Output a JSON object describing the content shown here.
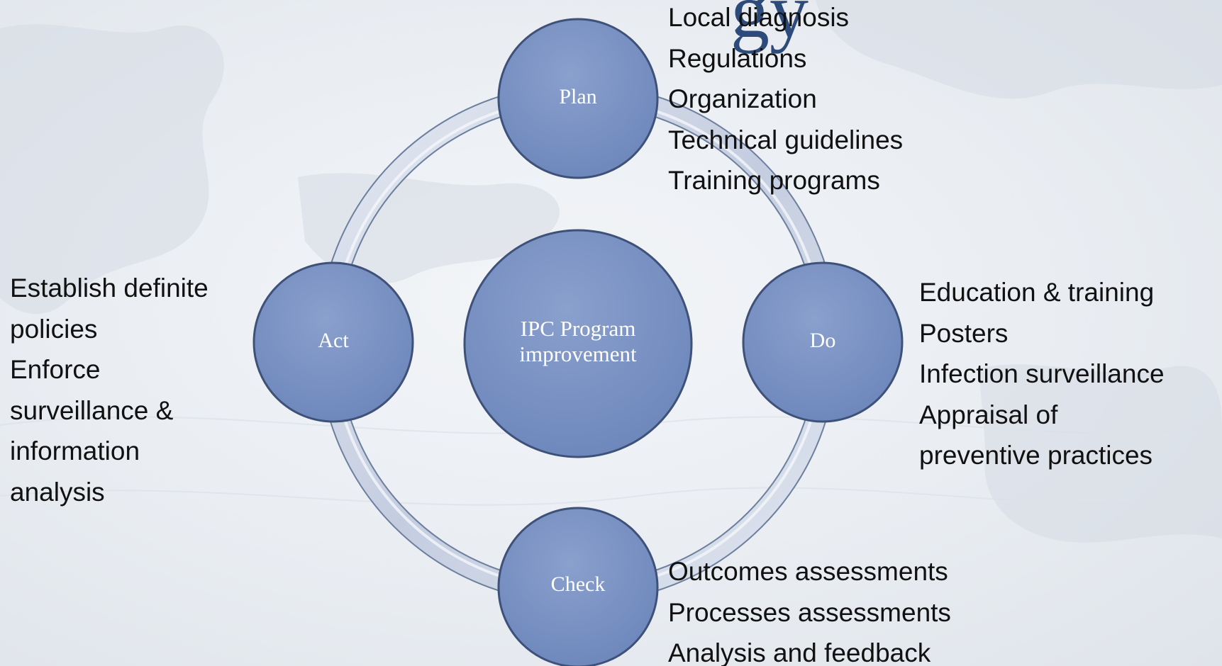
{
  "colors": {
    "node_fill": "#7b93c4",
    "node_stroke": "#3e5178",
    "ring": "#c8d1e2",
    "text": "#111111"
  },
  "nodes": {
    "plan": "Plan",
    "do": "Do",
    "check": "Check",
    "act": "Act",
    "center": "IPC Program improvement"
  },
  "plan_items": [
    "Local diagnosis",
    "Regulations",
    "Organization",
    "Technical guidelines",
    "Training programs"
  ],
  "do_items": [
    "Education & training",
    "Posters",
    "Infection surveillance",
    "Appraisal of",
    "preventive practices"
  ],
  "check_items": [
    "Outcomes assessments",
    "Processes assessments",
    "Analysis and feedback"
  ],
  "act_items": [
    "Establish definite",
    "policies",
    "Enforce",
    "surveillance &",
    "information",
    "analysis"
  ]
}
